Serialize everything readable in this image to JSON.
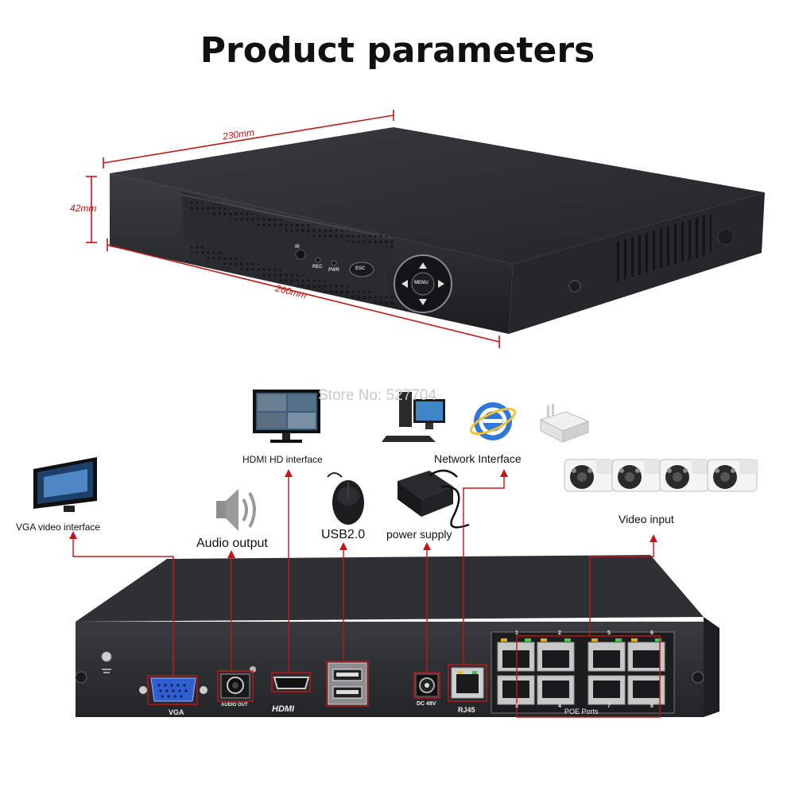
{
  "title": "Product parameters",
  "dimensions": {
    "width": "230mm",
    "height": "42mm",
    "depth": "260mm"
  },
  "front_panel": {
    "ir": "IR",
    "rec": "REC",
    "pwr": "PWR",
    "esc": "ESC",
    "menu": "MENU"
  },
  "store": "Store No: 527704",
  "callouts": {
    "hdmi": "HDMI HD interface",
    "network": "Network Interface",
    "vga": "VGA video interface",
    "audio": "Audio output",
    "usb": "USB2.0",
    "power": "power supply",
    "video_input": "Video input"
  },
  "rear_panel": {
    "vga": "VGA",
    "audio_out": "AUDIO OUT",
    "hdmi": "HDMI",
    "dc": "DC 48V",
    "rj45": "RJ45",
    "poe": "POE Ports",
    "port_numbers": [
      "1",
      "2",
      "5",
      "6",
      "3",
      "4",
      "7",
      "8"
    ]
  },
  "colors": {
    "accent": "#c01818",
    "device": "#2c2d31",
    "device_light": "#45464b"
  }
}
